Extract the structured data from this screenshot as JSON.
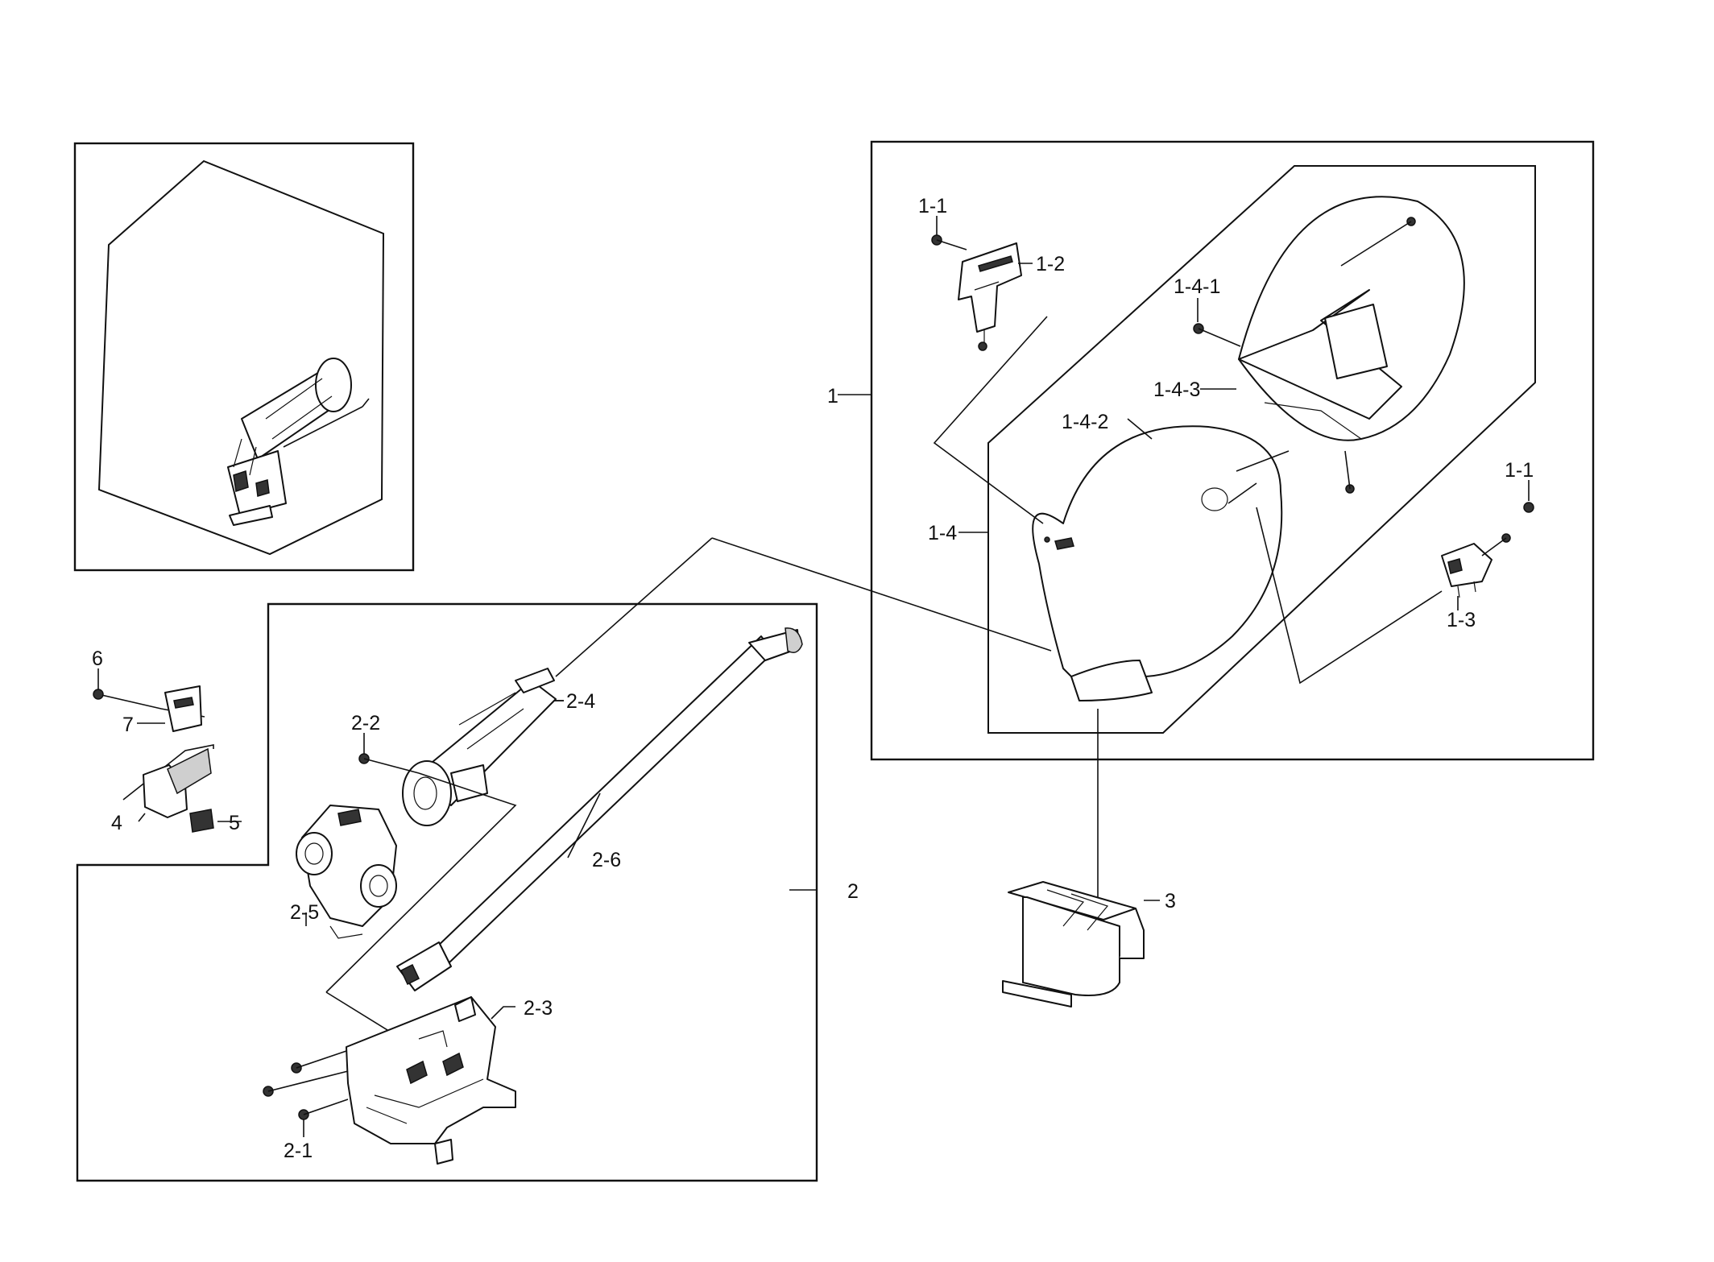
{
  "diagram": {
    "labels": {
      "l1_1a": "1-1",
      "l1_2": "1-2",
      "l1_4_1": "1-4-1",
      "l1": "1",
      "l1_4_3": "1-4-3",
      "l1_4_2": "1-4-2",
      "l1_1b": "1-1",
      "l1_4": "1-4",
      "l1_3": "1-3",
      "l6": "6",
      "l7": "7",
      "l4": "4",
      "l5": "5",
      "l2_2": "2-2",
      "l2_4": "2-4",
      "l2_6": "2-6",
      "l2_5": "2-5",
      "l2": "2",
      "l3": "3",
      "l2_3": "2-3",
      "l2_1": "2-1"
    }
  }
}
